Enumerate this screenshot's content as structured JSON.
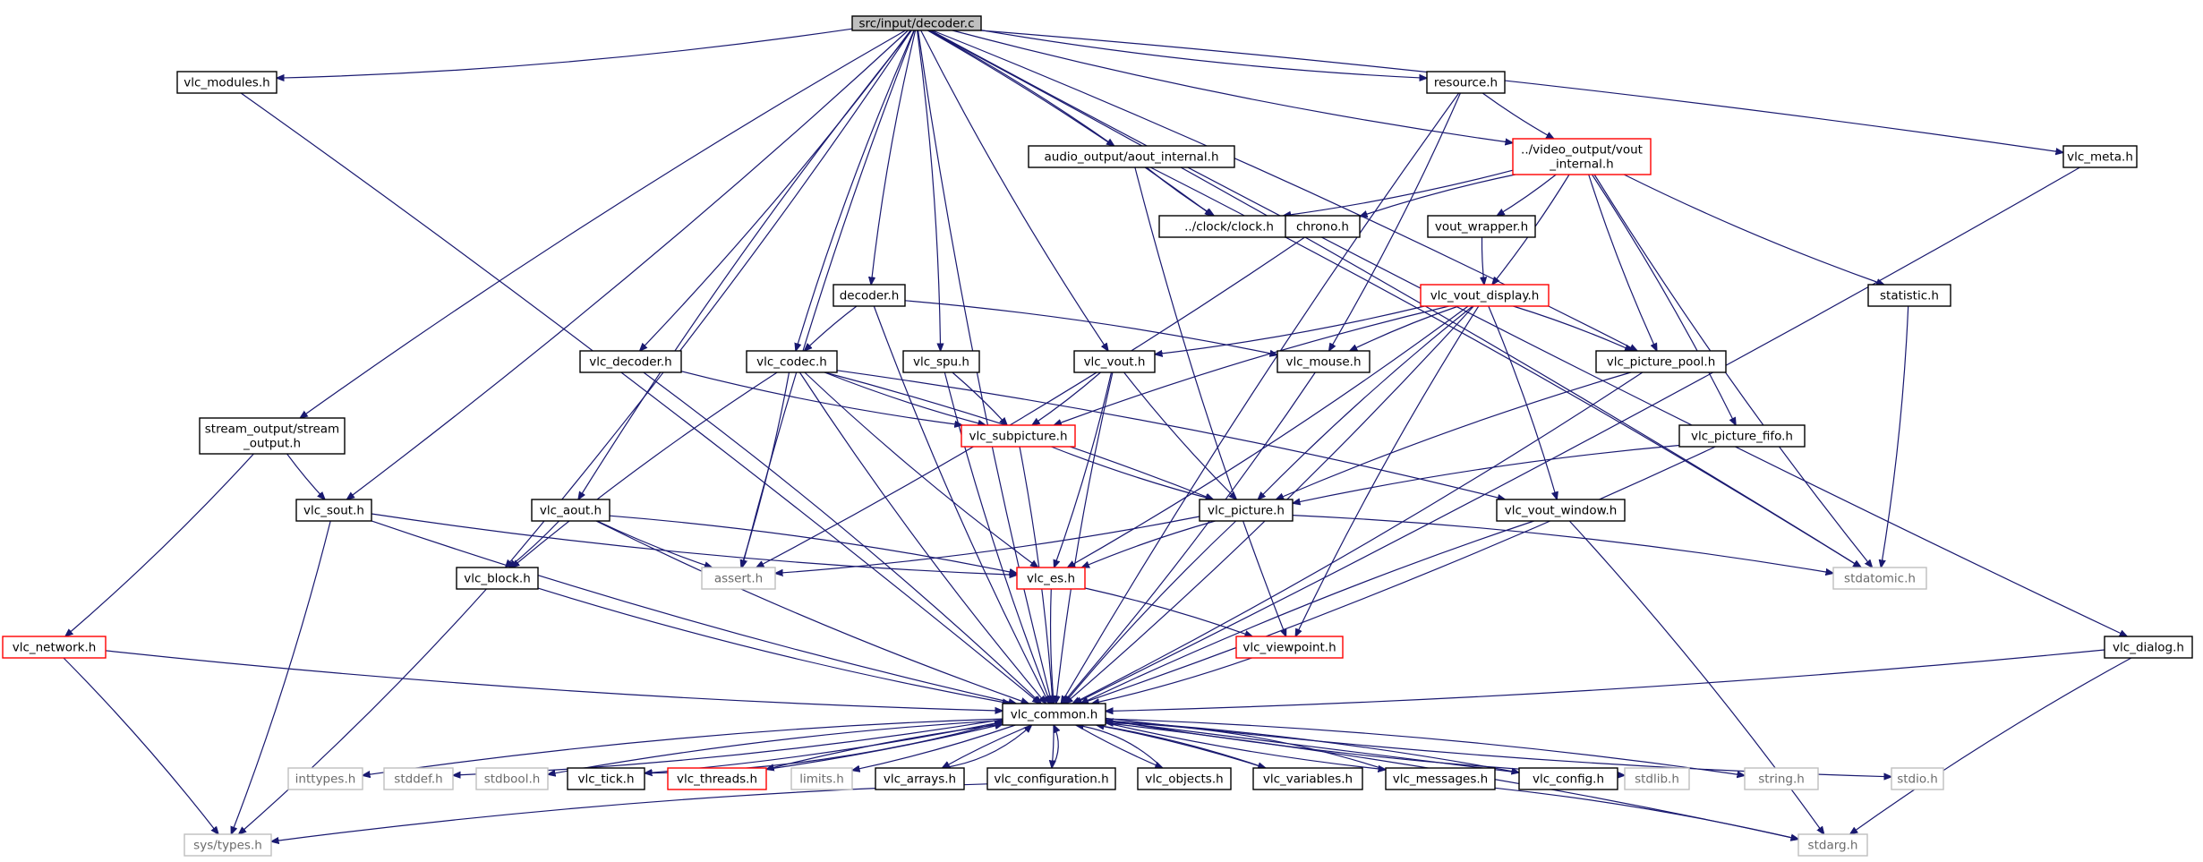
{
  "diagram_title": "src/input/decoder.c",
  "colors": {
    "edge": "#191970",
    "box_normal": "#000000",
    "box_incomplete": "#ff0000",
    "box_system": "#bfbfbf",
    "root_fill": "#bfbfbf"
  },
  "nodes": [
    {
      "id": "root",
      "kind": "root",
      "lines": [
        "src/input/decoder.c"
      ]
    },
    {
      "id": "vlc_modules",
      "kind": "normal",
      "lines": [
        "vlc_modules.h"
      ]
    },
    {
      "id": "resource",
      "kind": "normal",
      "lines": [
        "resource.h"
      ]
    },
    {
      "id": "vlc_meta",
      "kind": "normal",
      "lines": [
        "vlc_meta.h"
      ]
    },
    {
      "id": "aout_internal",
      "kind": "normal",
      "lines": [
        "audio_output/aout_internal.h"
      ]
    },
    {
      "id": "vout_internal",
      "kind": "incomplete",
      "lines": [
        "../video_output/vout",
        "_internal.h"
      ]
    },
    {
      "id": "clock",
      "kind": "normal",
      "lines": [
        "../clock/clock.h"
      ]
    },
    {
      "id": "chrono",
      "kind": "normal",
      "lines": [
        "chrono.h"
      ]
    },
    {
      "id": "vout_wrapper",
      "kind": "normal",
      "lines": [
        "vout_wrapper.h"
      ]
    },
    {
      "id": "statistic",
      "kind": "normal",
      "lines": [
        "statistic.h"
      ]
    },
    {
      "id": "decoder_h",
      "kind": "normal",
      "lines": [
        "decoder.h"
      ]
    },
    {
      "id": "vlc_vout_display",
      "kind": "incomplete",
      "lines": [
        "vlc_vout_display.h"
      ]
    },
    {
      "id": "vlc_decoder",
      "kind": "normal",
      "lines": [
        "vlc_decoder.h"
      ]
    },
    {
      "id": "vlc_codec",
      "kind": "normal",
      "lines": [
        "vlc_codec.h"
      ]
    },
    {
      "id": "vlc_spu",
      "kind": "normal",
      "lines": [
        "vlc_spu.h"
      ]
    },
    {
      "id": "vlc_vout",
      "kind": "normal",
      "lines": [
        "vlc_vout.h"
      ]
    },
    {
      "id": "vlc_mouse",
      "kind": "normal",
      "lines": [
        "vlc_mouse.h"
      ]
    },
    {
      "id": "vlc_picture_pool",
      "kind": "normal",
      "lines": [
        "vlc_picture_pool.h"
      ]
    },
    {
      "id": "stream_output",
      "kind": "normal",
      "lines": [
        "stream_output/stream",
        "_output.h"
      ]
    },
    {
      "id": "vlc_subpicture",
      "kind": "incomplete",
      "lines": [
        "vlc_subpicture.h"
      ]
    },
    {
      "id": "vlc_picture_fifo",
      "kind": "normal",
      "lines": [
        "vlc_picture_fifo.h"
      ]
    },
    {
      "id": "vlc_sout",
      "kind": "normal",
      "lines": [
        "vlc_sout.h"
      ]
    },
    {
      "id": "vlc_aout",
      "kind": "normal",
      "lines": [
        "vlc_aout.h"
      ]
    },
    {
      "id": "vlc_picture",
      "kind": "normal",
      "lines": [
        "vlc_picture.h"
      ]
    },
    {
      "id": "vlc_vout_window",
      "kind": "normal",
      "lines": [
        "vlc_vout_window.h"
      ]
    },
    {
      "id": "vlc_block",
      "kind": "normal",
      "lines": [
        "vlc_block.h"
      ]
    },
    {
      "id": "assert",
      "kind": "system",
      "lines": [
        "assert.h"
      ]
    },
    {
      "id": "vlc_es",
      "kind": "incomplete",
      "lines": [
        "vlc_es.h"
      ]
    },
    {
      "id": "stdatomic",
      "kind": "system",
      "lines": [
        "stdatomic.h"
      ]
    },
    {
      "id": "vlc_network",
      "kind": "incomplete",
      "lines": [
        "vlc_network.h"
      ]
    },
    {
      "id": "vlc_viewpoint",
      "kind": "incomplete",
      "lines": [
        "vlc_viewpoint.h"
      ]
    },
    {
      "id": "vlc_dialog",
      "kind": "normal",
      "lines": [
        "vlc_dialog.h"
      ]
    },
    {
      "id": "vlc_common",
      "kind": "normal",
      "lines": [
        "vlc_common.h"
      ]
    },
    {
      "id": "inttypes",
      "kind": "system",
      "lines": [
        "inttypes.h"
      ]
    },
    {
      "id": "stddef",
      "kind": "system",
      "lines": [
        "stddef.h"
      ]
    },
    {
      "id": "stdbool",
      "kind": "system",
      "lines": [
        "stdbool.h"
      ]
    },
    {
      "id": "vlc_tick",
      "kind": "normal",
      "lines": [
        "vlc_tick.h"
      ]
    },
    {
      "id": "vlc_threads",
      "kind": "incomplete",
      "lines": [
        "vlc_threads.h"
      ]
    },
    {
      "id": "limits",
      "kind": "system",
      "lines": [
        "limits.h"
      ]
    },
    {
      "id": "vlc_arrays",
      "kind": "normal",
      "lines": [
        "vlc_arrays.h"
      ]
    },
    {
      "id": "vlc_configuration",
      "kind": "normal",
      "lines": [
        "vlc_configuration.h"
      ]
    },
    {
      "id": "vlc_objects",
      "kind": "normal",
      "lines": [
        "vlc_objects.h"
      ]
    },
    {
      "id": "vlc_variables",
      "kind": "normal",
      "lines": [
        "vlc_variables.h"
      ]
    },
    {
      "id": "vlc_messages",
      "kind": "normal",
      "lines": [
        "vlc_messages.h"
      ]
    },
    {
      "id": "vlc_config",
      "kind": "normal",
      "lines": [
        "vlc_config.h"
      ]
    },
    {
      "id": "stdlib",
      "kind": "system",
      "lines": [
        "stdlib.h"
      ]
    },
    {
      "id": "string",
      "kind": "system",
      "lines": [
        "string.h"
      ]
    },
    {
      "id": "stdio",
      "kind": "system",
      "lines": [
        "stdio.h"
      ]
    },
    {
      "id": "sys_types",
      "kind": "system",
      "lines": [
        "sys/types.h"
      ]
    },
    {
      "id": "stdarg",
      "kind": "system",
      "lines": [
        "stdarg.h"
      ]
    }
  ],
  "edges": [
    [
      "root",
      "vlc_modules"
    ],
    [
      "root",
      "resource"
    ],
    [
      "root",
      "vlc_meta"
    ],
    [
      "root",
      "vlc_dialog"
    ],
    [
      "root",
      "aout_internal"
    ],
    [
      "root",
      "vout_internal"
    ],
    [
      "root",
      "clock"
    ],
    [
      "root",
      "decoder_h"
    ],
    [
      "root",
      "vlc_decoder"
    ],
    [
      "root",
      "vlc_codec"
    ],
    [
      "root",
      "vlc_spu"
    ],
    [
      "root",
      "vlc_vout"
    ],
    [
      "root",
      "vlc_picture_pool"
    ],
    [
      "root",
      "stream_output"
    ],
    [
      "root",
      "vlc_sout"
    ],
    [
      "root",
      "vlc_aout"
    ],
    [
      "root",
      "vlc_block"
    ],
    [
      "root",
      "assert"
    ],
    [
      "root",
      "stdatomic"
    ],
    [
      "root",
      "vlc_common"
    ],
    [
      "vlc_modules",
      "vlc_common"
    ],
    [
      "resource",
      "vout_internal"
    ],
    [
      "resource",
      "vlc_mouse"
    ],
    [
      "resource",
      "vlc_common"
    ],
    [
      "vlc_meta",
      "vlc_common"
    ],
    [
      "aout_internal",
      "clock"
    ],
    [
      "aout_internal",
      "stdatomic"
    ],
    [
      "aout_internal",
      "vlc_viewpoint"
    ],
    [
      "vout_internal",
      "clock"
    ],
    [
      "vout_internal",
      "chrono"
    ],
    [
      "vout_internal",
      "vout_wrapper"
    ],
    [
      "vout_internal",
      "statistic"
    ],
    [
      "vout_internal",
      "vlc_vout_display"
    ],
    [
      "vout_internal",
      "vlc_picture_pool"
    ],
    [
      "vout_internal",
      "vlc_picture_fifo"
    ],
    [
      "vout_internal",
      "stdatomic"
    ],
    [
      "chrono",
      "assert"
    ],
    [
      "vout_wrapper",
      "vlc_vout_display"
    ],
    [
      "statistic",
      "stdatomic"
    ],
    [
      "decoder_h",
      "vlc_codec"
    ],
    [
      "decoder_h",
      "vlc_mouse"
    ],
    [
      "decoder_h",
      "vlc_common"
    ],
    [
      "vlc_vout_display",
      "vlc_vout"
    ],
    [
      "vlc_vout_display",
      "vlc_mouse"
    ],
    [
      "vlc_vout_display",
      "vlc_picture_pool"
    ],
    [
      "vlc_vout_display",
      "vlc_subpicture"
    ],
    [
      "vlc_vout_display",
      "vlc_es"
    ],
    [
      "vlc_vout_display",
      "vlc_picture"
    ],
    [
      "vlc_vout_display",
      "vlc_vout_window"
    ],
    [
      "vlc_vout_display",
      "vlc_viewpoint"
    ],
    [
      "vlc_vout_display",
      "vlc_common"
    ],
    [
      "vlc_decoder",
      "vlc_subpicture"
    ],
    [
      "vlc_decoder",
      "vlc_common"
    ],
    [
      "vlc_codec",
      "vlc_subpicture"
    ],
    [
      "vlc_codec",
      "vlc_picture"
    ],
    [
      "vlc_codec",
      "vlc_block"
    ],
    [
      "vlc_codec",
      "assert"
    ],
    [
      "vlc_codec",
      "vlc_es"
    ],
    [
      "vlc_codec",
      "vlc_vout_window"
    ],
    [
      "vlc_codec",
      "vlc_common"
    ],
    [
      "vlc_spu",
      "vlc_subpicture"
    ],
    [
      "vlc_spu",
      "vlc_common"
    ],
    [
      "vlc_vout",
      "vlc_subpicture"
    ],
    [
      "vlc_vout",
      "vlc_picture"
    ],
    [
      "vlc_vout",
      "vlc_es"
    ],
    [
      "vlc_vout",
      "vlc_common"
    ],
    [
      "vlc_mouse",
      "vlc_common"
    ],
    [
      "vlc_picture_pool",
      "vlc_picture"
    ],
    [
      "vlc_picture_pool",
      "vlc_common"
    ],
    [
      "stream_output",
      "vlc_sout"
    ],
    [
      "stream_output",
      "vlc_network"
    ],
    [
      "vlc_subpicture",
      "vlc_picture"
    ],
    [
      "vlc_subpicture",
      "vlc_common"
    ],
    [
      "vlc_picture_fifo",
      "vlc_picture"
    ],
    [
      "vlc_picture_fifo",
      "vlc_common"
    ],
    [
      "vlc_sout",
      "vlc_es"
    ],
    [
      "vlc_sout",
      "sys_types"
    ],
    [
      "vlc_sout",
      "vlc_common"
    ],
    [
      "vlc_aout",
      "vlc_block"
    ],
    [
      "vlc_aout",
      "assert"
    ],
    [
      "vlc_aout",
      "vlc_es"
    ],
    [
      "vlc_aout",
      "vlc_common"
    ],
    [
      "vlc_picture",
      "assert"
    ],
    [
      "vlc_picture",
      "vlc_es"
    ],
    [
      "vlc_picture",
      "stdatomic"
    ],
    [
      "vlc_picture",
      "vlc_common"
    ],
    [
      "vlc_vout_window",
      "stdarg"
    ],
    [
      "vlc_vout_window",
      "vlc_common"
    ],
    [
      "vlc_block",
      "sys_types"
    ],
    [
      "vlc_block",
      "vlc_common"
    ],
    [
      "vlc_es",
      "vlc_viewpoint"
    ],
    [
      "vlc_es",
      "vlc_common"
    ],
    [
      "vlc_network",
      "sys_types"
    ],
    [
      "vlc_network",
      "vlc_common"
    ],
    [
      "vlc_viewpoint",
      "vlc_common"
    ],
    [
      "vlc_dialog",
      "stdarg"
    ],
    [
      "vlc_dialog",
      "vlc_common"
    ],
    [
      "vlc_common",
      "inttypes"
    ],
    [
      "vlc_common",
      "stddef"
    ],
    [
      "vlc_common",
      "stdbool"
    ],
    [
      "vlc_common",
      "vlc_tick"
    ],
    [
      "vlc_common",
      "vlc_threads"
    ],
    [
      "vlc_common",
      "limits"
    ],
    [
      "vlc_common",
      "vlc_arrays"
    ],
    [
      "vlc_common",
      "vlc_configuration"
    ],
    [
      "vlc_common",
      "vlc_objects"
    ],
    [
      "vlc_common",
      "vlc_variables"
    ],
    [
      "vlc_common",
      "vlc_messages"
    ],
    [
      "vlc_common",
      "vlc_config"
    ],
    [
      "vlc_common",
      "stdlib"
    ],
    [
      "vlc_common",
      "string"
    ],
    [
      "vlc_common",
      "stdio"
    ],
    [
      "vlc_common",
      "stdarg"
    ],
    [
      "vlc_tick",
      "vlc_common"
    ],
    [
      "vlc_threads",
      "vlc_common"
    ],
    [
      "vlc_arrays",
      "vlc_common"
    ],
    [
      "vlc_configuration",
      "vlc_common"
    ],
    [
      "vlc_objects",
      "vlc_common"
    ],
    [
      "vlc_variables",
      "vlc_common"
    ],
    [
      "vlc_messages",
      "vlc_common"
    ],
    [
      "vlc_config",
      "vlc_common"
    ],
    [
      "vlc_configuration",
      "sys_types"
    ],
    [
      "vlc_messages",
      "stdarg"
    ]
  ]
}
